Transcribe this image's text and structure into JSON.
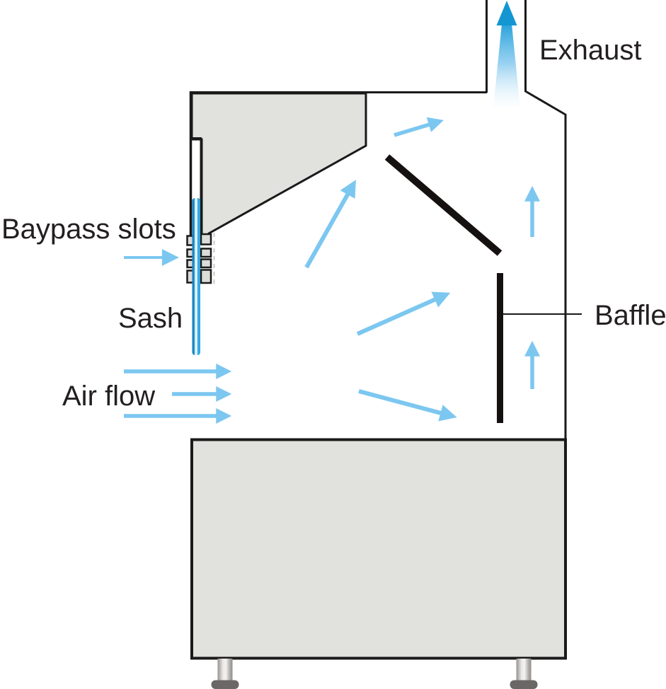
{
  "diagram": {
    "title": "Fume hood airflow cross-section diagram",
    "labels": {
      "bypass_slots": "Baypass slots",
      "sash": "Sash",
      "air_flow": "Air flow",
      "exhaust": "Exhaust",
      "baffle": "Baffle"
    },
    "components": {
      "exhaust_arrow": "upward exhaust air arrow in duct",
      "airflow_arrows": "light blue arrows showing air path through sash opening, around baffles and up the exhaust duct",
      "bypass_arrow": "arrow entering through bypass slots above sash",
      "baffles": "upper diagonal baffle and lower vertical baffle",
      "sash": "vertical transparent sash panel",
      "base_cabinet": "gray base cabinet with two cylindrical legs and dark feet"
    },
    "colors": {
      "outline_black": "#1a1a1a",
      "panel_gray": "#e1e1de",
      "slot_gray": "#dcdcd9",
      "arrow_blue": "#7cc7f0",
      "exhaust_blue": "#1496d2",
      "sash_blue": "#2ea9e1",
      "leg_gray": "#b5b2b0",
      "foot_gray": "#6b6766",
      "label_text": "#231f20"
    }
  }
}
